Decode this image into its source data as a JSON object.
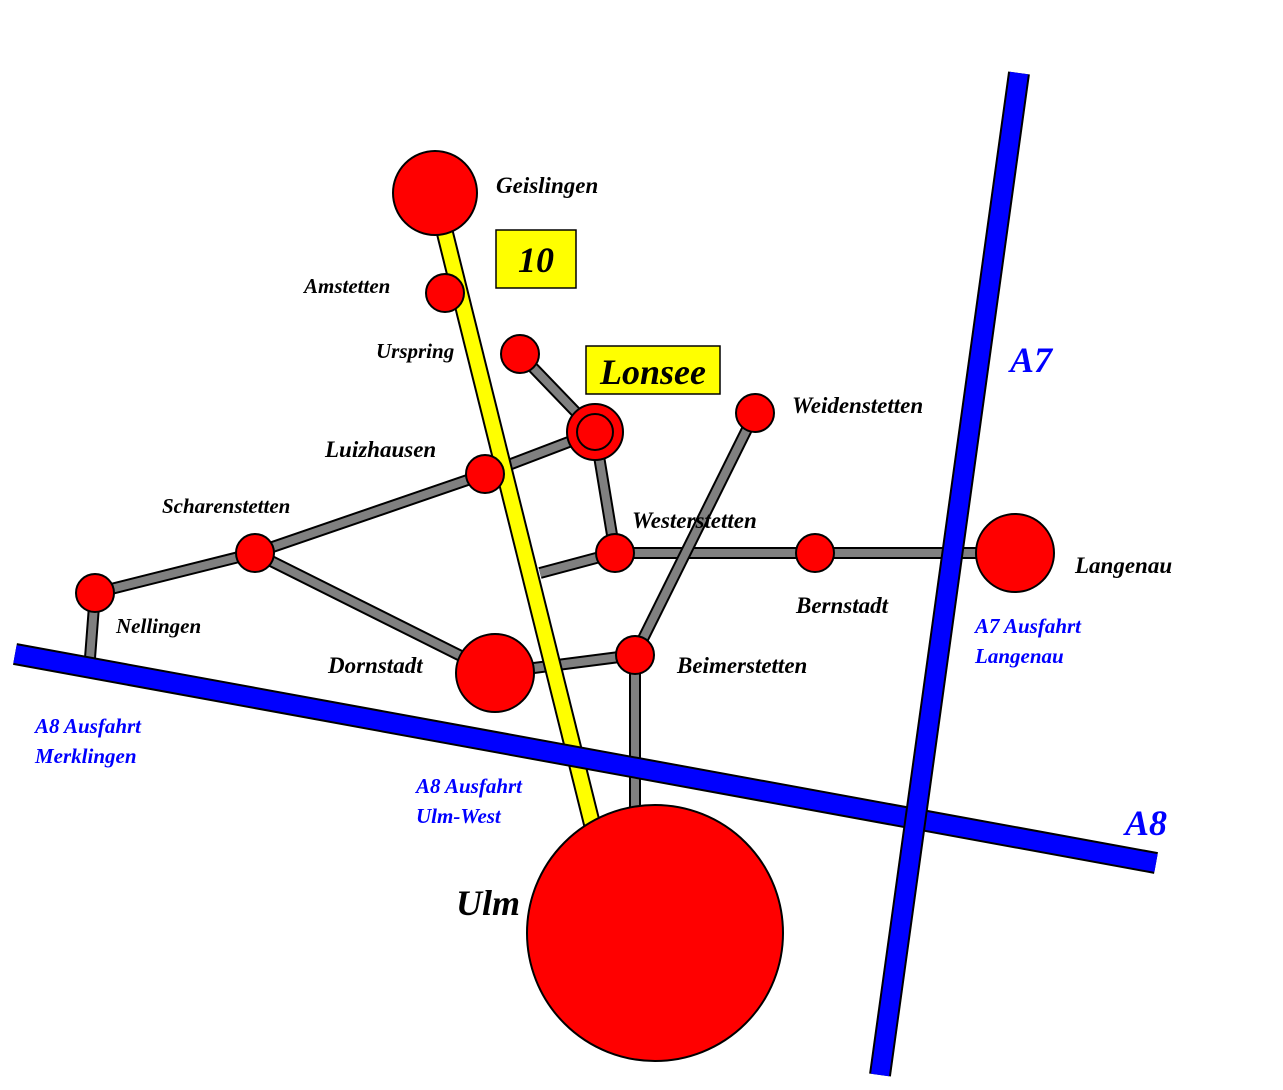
{
  "map": {
    "colors": {
      "motorway": "#0000ff",
      "federal_road": "#ffff00",
      "local_road": "#808080",
      "town": "#ff0000",
      "background": "#ffffff"
    },
    "route_number": "10",
    "highlight_town": "Lonsee",
    "motorways": {
      "a7": "A7",
      "a8": "A8"
    },
    "exits": {
      "merklingen": [
        "A8 Ausfahrt",
        "Merklingen"
      ],
      "ulm_west": [
        "A8 Ausfahrt",
        "Ulm-West"
      ],
      "langenau": [
        "A7 Ausfahrt",
        "Langenau"
      ]
    },
    "towns": {
      "geislingen": "Geislingen",
      "amstetten": "Amstetten",
      "urspring": "Urspring",
      "weidenstetten": "Weidenstetten",
      "luizhausen": "Luizhausen",
      "scharenstetten": "Scharenstetten",
      "westerstetten": "Westerstetten",
      "langenau": "Langenau",
      "nellingen": "Nellingen",
      "bernstadt": "Bernstadt",
      "dornstadt": "Dornstadt",
      "beimerstetten": "Beimerstetten",
      "ulm": "Ulm"
    }
  }
}
